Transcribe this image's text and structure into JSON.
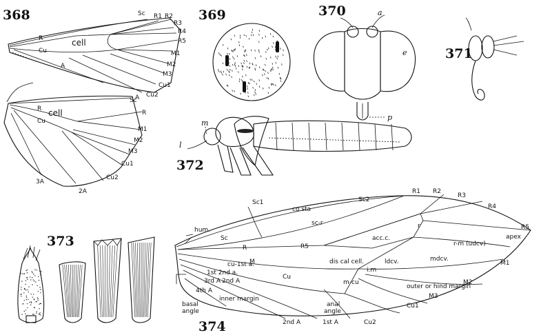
{
  "figures": {
    "f368": {
      "number": "368",
      "forewing": {
        "sc": "Sc",
        "r1": "R1",
        "r2": "R2",
        "r3": "R3",
        "r4": "R4",
        "r5": "R5",
        "m1": "M1",
        "m2": "M2",
        "m3": "M3",
        "cu1": "Cu1",
        "cu2": "Cu2",
        "a_tip": "A",
        "r": "R",
        "cu": "Cu",
        "a": "A",
        "cell": "cell"
      },
      "hindwing": {
        "sc": "Sc",
        "r": "R",
        "m1": "M1",
        "m2": "M2",
        "m3": "M3",
        "cu1": "Cu1",
        "cu2": "Cu2",
        "a2": "2A",
        "a3": "3A",
        "r_base": "R",
        "cu": "Cu",
        "cell": "cell"
      }
    },
    "f369": {
      "number": "369"
    },
    "f370": {
      "number": "370",
      "label_a": "a",
      "label_e": "e",
      "label_p": "p"
    },
    "f371": {
      "number": "371"
    },
    "f372": {
      "number": "372",
      "label_m": "m",
      "label_l": "l"
    },
    "f373": {
      "number": "373"
    },
    "f374": {
      "number": "374",
      "labels": {
        "sc1": "Sc1",
        "sc2": "Sc2",
        "costa": "co sta",
        "r1": "R1",
        "r2": "R2",
        "r3": "R3",
        "r4": "R4",
        "r5": "R5",
        "apex": "apex",
        "scr": "sc-r",
        "hum": "hum.",
        "sc": "Sc",
        "accc": "acc.c.",
        "r": "r",
        "r5_stem": "R5",
        "r_stem": "R",
        "rm": "r-m (udcv)",
        "m": "M",
        "discal": "dis cal cell.",
        "ldcv": "ldcv.",
        "mdcv": "mdcv.",
        "m1": "M1",
        "im": "i.m",
        "cu1sta": "cu-1st a.",
        "a1st2nd": "1st 2nd a.",
        "cu": "Cu",
        "mcu": "m-cu",
        "outer": "outer or hind margin",
        "m2": "M2",
        "m3": "M3",
        "a3rd": "3rd A",
        "a2nd": "2nd A",
        "a4th": "4th A",
        "inner": "inner margin",
        "basal": "basal",
        "angle1": "angle",
        "anal": "anal",
        "angle2": "angle",
        "cu1": "Cu1",
        "a2nda": "2nd A",
        "a1sta": "1st A",
        "cu2": "Cu2"
      }
    }
  }
}
